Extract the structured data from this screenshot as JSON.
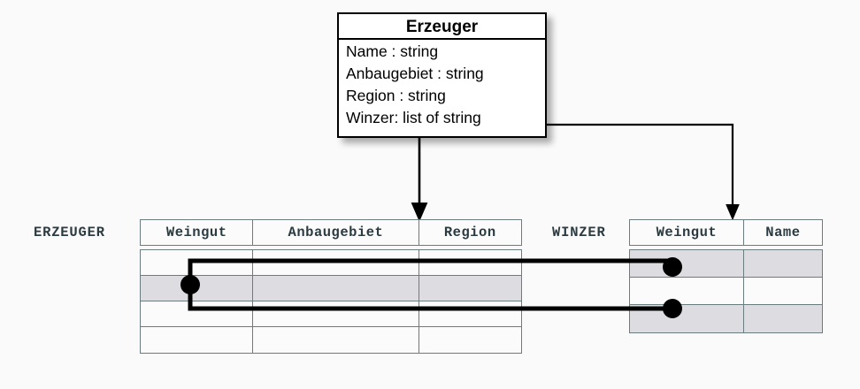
{
  "diagram": {
    "type": "uml-class-to-relational-mapping",
    "uml_class": {
      "title": "Erzeuger",
      "attributes": [
        "Name : string",
        "Anbaugebiet : string",
        "Region : string",
        "Winzer: list of string"
      ]
    },
    "tables": [
      {
        "id": "erzeuger",
        "label": "ERZEUGER",
        "columns": [
          "Weingut",
          "Anbaugebiet",
          "Region"
        ],
        "row_count": 4,
        "highlighted_rows": [
          2
        ],
        "rows": [
          [
            "",
            "",
            ""
          ],
          [
            "",
            "",
            ""
          ],
          [
            "",
            "",
            ""
          ],
          [
            "",
            "",
            ""
          ]
        ]
      },
      {
        "id": "winzer",
        "label": "WINZER",
        "columns": [
          "Weingut",
          "Name"
        ],
        "row_count": 3,
        "highlighted_rows": [
          1,
          3
        ],
        "rows": [
          [
            "",
            ""
          ],
          [
            "",
            ""
          ],
          [
            "",
            ""
          ]
        ]
      }
    ],
    "connectors": {
      "mapping_arrows": [
        {
          "name": "class-to-erzeuger-arrow",
          "from": "Erzeuger class box bottom",
          "to": "ERZEUGER table header"
        },
        {
          "name": "winzer-attribute-to-winzer-arrow",
          "from": "Winzer: list of string attribute",
          "to": "WINZER table Weingut column"
        }
      ],
      "foreign_key_links": [
        {
          "name": "erzeuger-row2-to-winzer-row1",
          "from_table": "ERZEUGER",
          "from_row": 2,
          "to_table": "WINZER",
          "to_row": 1
        },
        {
          "name": "erzeuger-row2-to-winzer-row3",
          "from_table": "ERZEUGER",
          "from_row": 2,
          "to_table": "WINZER",
          "to_row": 3
        }
      ]
    },
    "colors": {
      "background": "#fafafa",
      "table_border": "#6b7b80",
      "header_text": "#2b3b42",
      "row_highlight": "#dcdce1",
      "link_line": "#000000",
      "uml_border": "#000000"
    }
  }
}
